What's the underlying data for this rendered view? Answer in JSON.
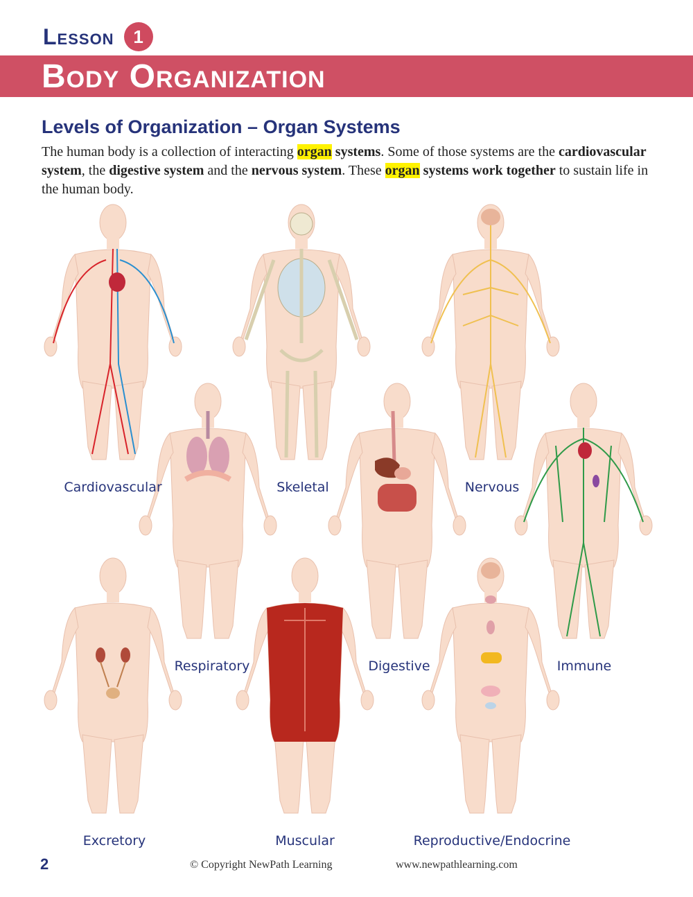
{
  "header": {
    "lesson_word": "Lesson",
    "lesson_number": "1",
    "title": "Body Organization"
  },
  "section": {
    "heading": "Levels of Organization – Organ Systems",
    "intro": [
      {
        "t": "The human body is a collection of interacting ",
        "s": "n"
      },
      {
        "t": "organ",
        "s": "hl"
      },
      {
        "t": " ",
        "s": "n"
      },
      {
        "t": "systems",
        "s": "b"
      },
      {
        "t": ". Some of those systems are the ",
        "s": "n"
      },
      {
        "t": "cardiovascular system",
        "s": "b"
      },
      {
        "t": ", the ",
        "s": "n"
      },
      {
        "t": "digestive system",
        "s": "b"
      },
      {
        "t": " and the ",
        "s": "n"
      },
      {
        "t": "nervous system",
        "s": "b"
      },
      {
        "t": ". These ",
        "s": "n"
      },
      {
        "t": "organ",
        "s": "hl"
      },
      {
        "t": " ",
        "s": "n"
      },
      {
        "t": "systems work together",
        "s": "b"
      },
      {
        "t": " to sustain life in the human body.",
        "s": "n"
      }
    ]
  },
  "systems": [
    {
      "name": "Cardiovascular",
      "color": "#d8232a"
    },
    {
      "name": "Skeletal",
      "color": "#e8e2c8"
    },
    {
      "name": "Nervous",
      "color": "#f0c050"
    },
    {
      "name": "Respiratory",
      "color": "#d9a0b2"
    },
    {
      "name": "Digestive",
      "color": "#c8504a"
    },
    {
      "name": "Immune",
      "color": "#2e9a48"
    },
    {
      "name": "Excretory",
      "color": "#b04a3a"
    },
    {
      "name": "Muscular",
      "color": "#b8281e"
    },
    {
      "name": "Reproductive/Endocrine",
      "color": "#f2b820"
    }
  ],
  "footer": {
    "page_number": "2",
    "copyright": "© Copyright NewPath Learning",
    "url": "www.newpathlearning.com"
  },
  "colors": {
    "brand_blue": "#26337a",
    "band_red": "#cf5064",
    "highlight": "#fff200",
    "skin": "#f8dccb"
  }
}
